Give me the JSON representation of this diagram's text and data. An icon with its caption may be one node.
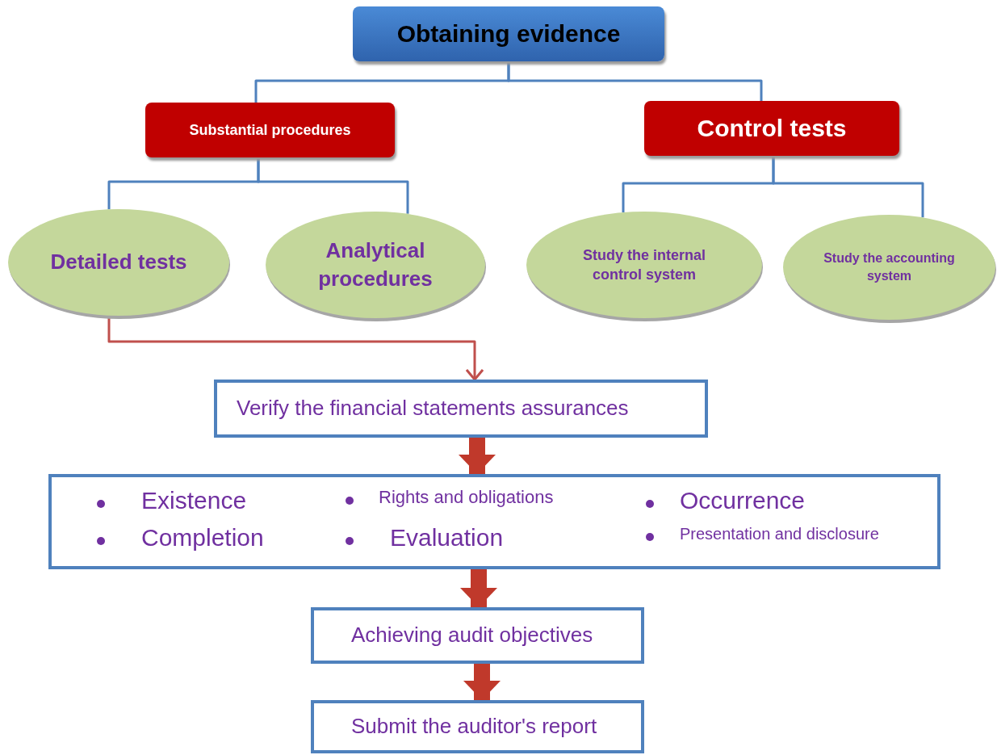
{
  "diagram": {
    "nodes": [
      {
        "text": [
          "Obtaining evidence"
        ]
      },
      {
        "text": [
          "Substantial procedures"
        ]
      },
      {
        "text": [
          "Control tests"
        ]
      },
      {
        "text": [
          "Detailed tests"
        ]
      },
      {
        "text": [
          "Analytical procedures"
        ]
      },
      {
        "text": [
          "Study the internal control system"
        ]
      },
      {
        "text": [
          "Study the accounting system"
        ]
      },
      {
        "text": [
          "Verify the financial statements assurances"
        ]
      },
      {
        "text": [
          "Existence",
          "Rights and obligations",
          "Occurrence",
          "Completion",
          "Evaluation",
          "Presentation and disclosure"
        ]
      },
      {
        "text": [
          "Achieving audit objectives"
        ]
      },
      {
        "text": [
          "Submit the auditor's report"
        ]
      }
    ],
    "edges": [
      {
        "from": 0,
        "to": 1,
        "arrow": "none"
      },
      {
        "from": 0,
        "to": 2,
        "arrow": "none"
      },
      {
        "from": 1,
        "to": 3,
        "arrow": "none"
      },
      {
        "from": 1,
        "to": 4,
        "arrow": "none"
      },
      {
        "from": 2,
        "to": 5,
        "arrow": "none"
      },
      {
        "from": 2,
        "to": 6,
        "arrow": "none"
      },
      {
        "from": 3,
        "to": 7,
        "arrow": "to",
        "color": "#c0504d"
      },
      {
        "from": 7,
        "to": 8,
        "arrow": "to",
        "style": "thick",
        "color": "#c0392b"
      },
      {
        "from": 8,
        "to": 9,
        "arrow": "to",
        "style": "thick",
        "color": "#c0392b"
      },
      {
        "from": 9,
        "to": 10,
        "arrow": "to",
        "style": "thick",
        "color": "#c0392b"
      }
    ]
  }
}
